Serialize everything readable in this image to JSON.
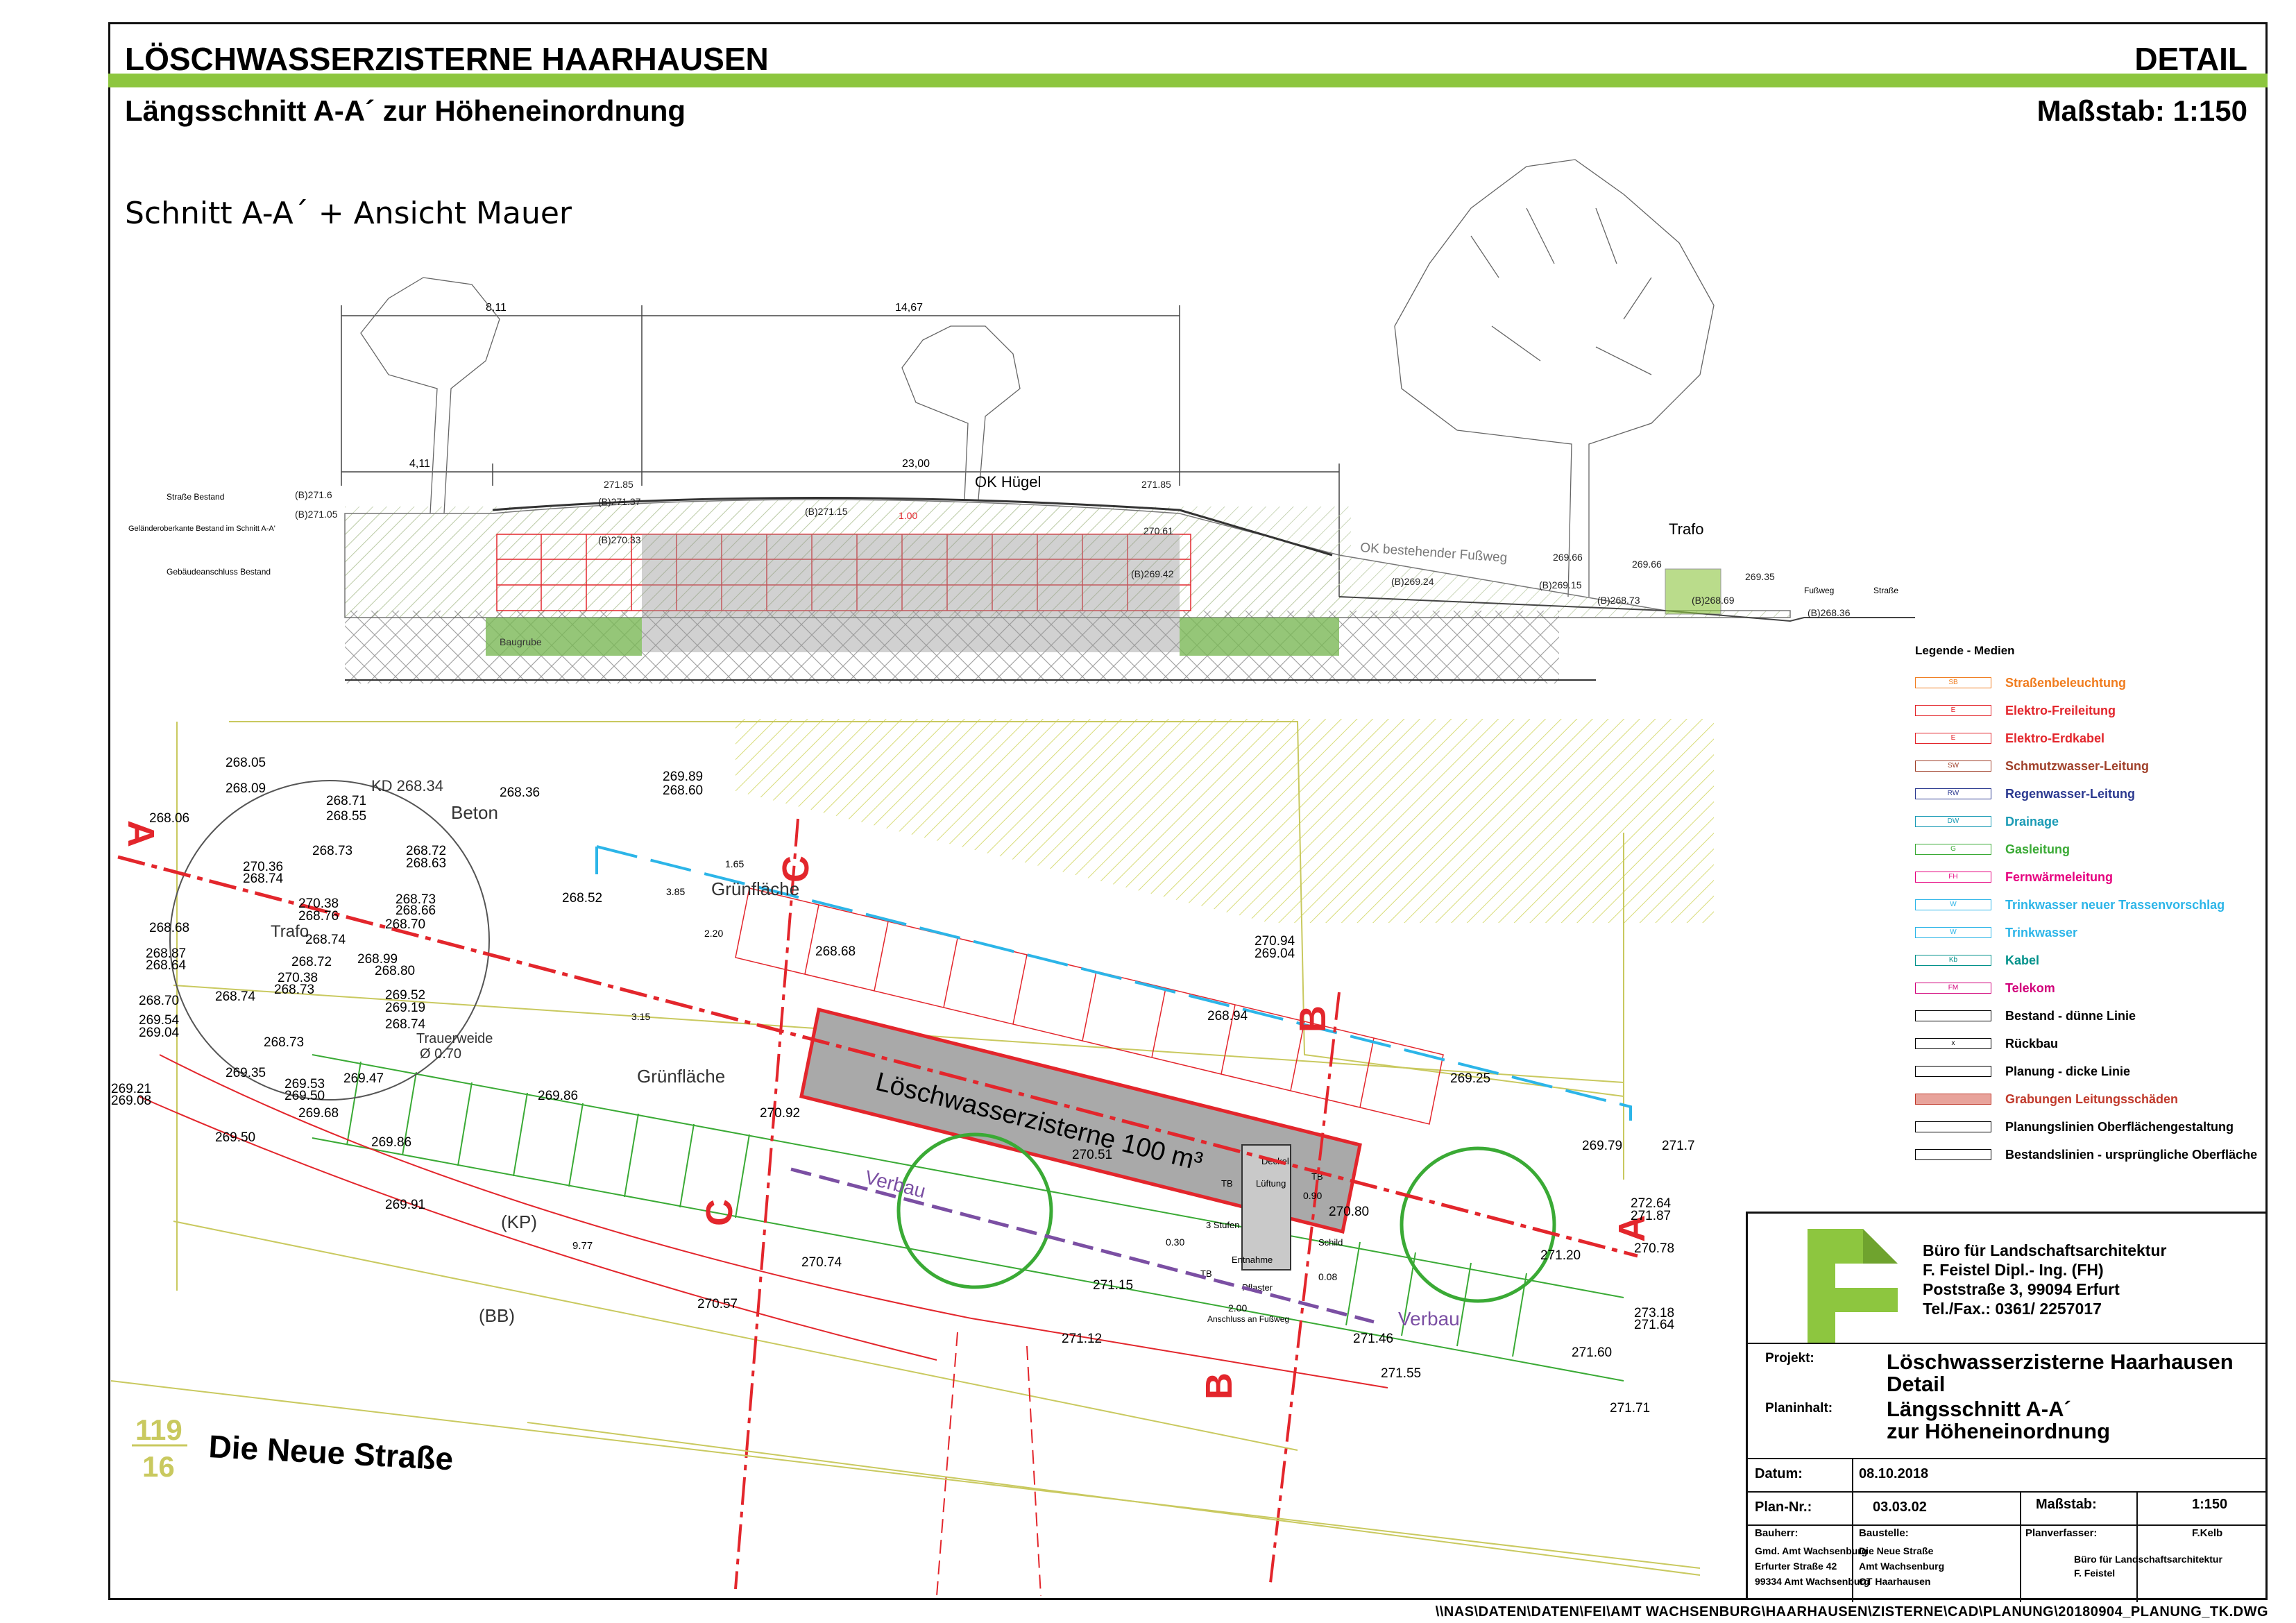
{
  "header": {
    "title": "LÖSCHWASSERZISTERNE HAARHAUSEN",
    "detail": "DETAIL",
    "subtitle": "Längsschnitt A-A´ zur Höheneinordnung",
    "scale": "Maßstab: 1:150"
  },
  "section": {
    "title": "Schnitt  A-A´ + Ansicht Mauer",
    "dims": [
      "8,11",
      "14,67",
      "4,11",
      "23,00"
    ],
    "ok_huegel": "OK Hügel",
    "trafo": "Trafo",
    "fussweg_label": "OK bestehender Fußweg",
    "left_labels": [
      "Straße Bestand",
      "Geländeroberkante Bestand im Schnitt A-A'",
      "Gebäudeanschluss Bestand"
    ],
    "right_labels": [
      "Fußweg",
      "Straße"
    ],
    "baugrube": "Baugrube",
    "levels": [
      "(B)271.6",
      "(B)271.05",
      "271.85",
      "(B)271.37",
      "(B)270.33",
      "(B)271.15",
      "1.00",
      "271.85",
      "270.61",
      "(B)269.42",
      "(B)269.24",
      "269.66",
      "(B)269.15",
      "269.66",
      "(B)268.73",
      "(B)268.69",
      "269.35",
      "(B)268.36"
    ]
  },
  "legend": {
    "title": "Legende - Medien",
    "items": [
      {
        "label": "Straßenbeleuchtung",
        "color": "#f07c1e",
        "code": "SB"
      },
      {
        "label": "Elektro-Freileitung",
        "color": "#e3262c",
        "code": "E"
      },
      {
        "label": "Elektro-Erdkabel",
        "color": "#e3262c",
        "code": "E"
      },
      {
        "label": "Schmutzwasser-Leitung",
        "color": "#a0402a",
        "code": "SW"
      },
      {
        "label": "Regenwasser-Leitung",
        "color": "#2b3990",
        "code": "RW"
      },
      {
        "label": "Drainage",
        "color": "#1a9bb5",
        "code": "DW"
      },
      {
        "label": "Gasleitung",
        "color": "#3aaa35",
        "code": "G"
      },
      {
        "label": "Fernwärmeleitung",
        "color": "#e6007e",
        "code": "FH"
      },
      {
        "label": "Trinkwasser neuer Trassenvorschlag",
        "color": "#2cb5e8",
        "code": "W"
      },
      {
        "label": "Trinkwasser",
        "color": "#2cb5e8",
        "code": "W"
      },
      {
        "label": "Kabel",
        "color": "#00918a",
        "code": "Kb"
      },
      {
        "label": "Telekom",
        "color": "#d1007a",
        "code": "FM"
      },
      {
        "label": "Bestand - dünne Linie",
        "color": "#000000",
        "code": ""
      },
      {
        "label": "Rückbau",
        "color": "#000000",
        "code": "x"
      },
      {
        "label": "Planung - dicke Linie",
        "color": "#000000",
        "code": ""
      },
      {
        "label": "Grabungen Leitungsschäden",
        "color": "#c0392b",
        "code": ""
      },
      {
        "label": "Planungslinien Oberflächengestaltung",
        "color": "#000000",
        "code": ""
      },
      {
        "label": "Bestandslinien - ursprüngliche Oberfläche",
        "color": "#000000",
        "code": ""
      }
    ]
  },
  "plan": {
    "zisterne": "Löschwasserzisterne  100 m³",
    "gruenflaeche": "Grünfläche",
    "beton": "Beton",
    "trauerweide": "Trauerweide",
    "trauerweide_d": "Ø 0.70",
    "kp": "(KP)",
    "bb": "(BB)",
    "verbau": "Verbau",
    "trafo": "Trafo",
    "kd": "KD 268.34",
    "street_num_top": "119",
    "street_num_bottom": "16",
    "street_name": "Die Neue Straße",
    "section_letters": [
      "A",
      "A",
      "B",
      "B",
      "C",
      "C"
    ],
    "detail_labels": [
      "Deckel",
      "Lüftung",
      "3 Stufen",
      "Entnahme",
      "Schild",
      "Pflaster",
      "Anschluss an Fußweg",
      "TB",
      "TB",
      "TB"
    ],
    "heights": [
      "268.05",
      "268.09",
      "268.06",
      "268.71",
      "268.55",
      "268.36",
      "268.73",
      "268.72",
      "268.63",
      "270.36",
      "268.74",
      "270.38",
      "268.76",
      "268.73",
      "268.66",
      "268.70",
      "268.68",
      "268.87",
      "268.64",
      "268.74",
      "268.72",
      "268.99",
      "268.80",
      "270.38",
      "268.73",
      "268.74",
      "269.52",
      "269.19",
      "268.74",
      "268.70",
      "269.54",
      "269.04",
      "268.73",
      "269.35",
      "269.53",
      "269.50",
      "269.47",
      "269.21",
      "269.08",
      "269.68",
      "269.50",
      "269.86",
      "269.91",
      "269.89",
      "268.60",
      "268.52",
      "268.68",
      "270.94",
      "269.04",
      "268.94",
      "269.86",
      "270.92",
      "270.51",
      "269.25",
      "269.79",
      "271.7",
      "272.64",
      "271.87",
      "270.80",
      "271.20",
      "270.78",
      "270.74",
      "271.15",
      "270.57",
      "271.12",
      "271.46",
      "271.55",
      "273.18",
      "271.64",
      "271.60",
      "271.71",
      "9.77",
      "3.85",
      "2.20",
      "3.15",
      "1.65",
      "2.00",
      "0.30",
      "0.90",
      "0.08"
    ]
  },
  "titleblock": {
    "office": [
      "Büro für Landschaftsarchitektur",
      "F. Feistel Dipl.- Ing. (FH)",
      "Poststraße 3, 99094 Erfurt",
      "Tel./Fax.: 0361/ 2257017"
    ],
    "projekt_label": "Projekt:",
    "projekt": [
      "Löschwasserzisterne Haarhausen",
      "Detail"
    ],
    "planinhalt_label": "Planinhalt:",
    "planinhalt": [
      "Längsschnitt A-A´",
      "zur Höheneinordnung"
    ],
    "datum_label": "Datum:",
    "datum": "08.10.2018",
    "plannr_label": "Plan-Nr.:",
    "plannr": "03.03.02",
    "massstab_label": "Maßstab:",
    "massstab": "1:150",
    "bauherr_label": "Bauherr:",
    "bauherr": [
      "Gmd. Amt Wachsenburg",
      "Erfurter Straße 42",
      "99334 Amt Wachsenburg"
    ],
    "baustelle_label": "Baustelle:",
    "baustelle": [
      "Die Neue Straße",
      "Amt Wachsenburg",
      "OT Haarhausen"
    ],
    "planverfasser_label": "Planverfasser:",
    "planverfasser": "F.Kelb",
    "planverfasser_office": [
      "Büro für Landschaftsarchitektur",
      "F. Feistel"
    ]
  },
  "footer": "\\\\NAS\\DATEN\\DATEN\\FEI\\AMT WACHSENBURG\\HAARHAUSEN\\ZISTERNE\\CAD\\PLANUNG\\20180904_PLANUNG_TK.DWG"
}
